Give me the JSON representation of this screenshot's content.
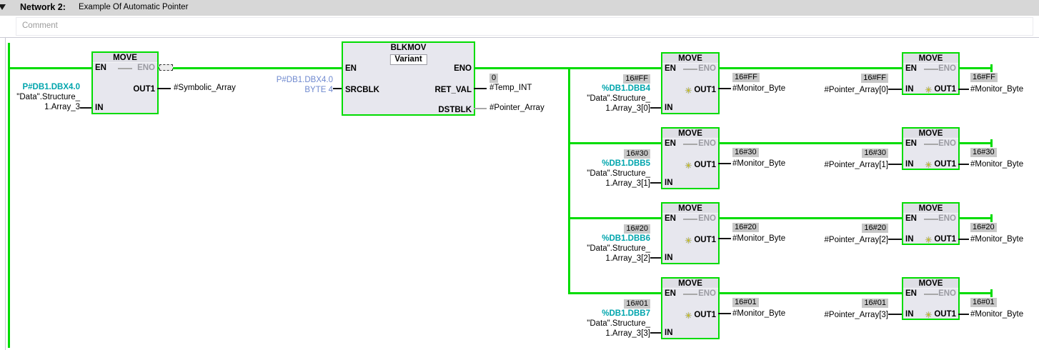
{
  "header": {
    "network_label": "Network 2:",
    "network_title": "Example Of Automatic Pointer",
    "comment_placeholder": "Comment"
  },
  "colors": {
    "wire_green": "#00dc00",
    "operand_teal": "#00a5ad",
    "pointer_blue": "#6f89cf",
    "value_badge_bg": "#c8c8c8",
    "block_fill": "#e7e7ee"
  },
  "icons": {
    "modified_star": "✳"
  },
  "ports": {
    "en": "EN",
    "eno": "ENO",
    "in": "IN",
    "out1": "OUT1",
    "srcblk": "SRCBLK",
    "ret_val": "RET_VAL",
    "dstblk": "DSTBLK"
  },
  "move_block": {
    "title": "MOVE"
  },
  "blkmov_block": {
    "title": "BLKMOV",
    "subtitle": "Variant",
    "srcblk_operand_line1": "P#DB1.DBX4.0",
    "srcblk_operand_line2": "BYTE 4",
    "ret_val_value": "0",
    "ret_val_operand": "#Temp_INT",
    "dstblk_operand": "#Pointer_Array"
  },
  "move1": {
    "in_operand_line1": "P#DB1.DBX4.0",
    "in_operand_line2": "\"Data\".Structure_",
    "in_operand_line3": "1.Array_3",
    "out_operand": "#Symbolic_Array"
  },
  "rows": [
    {
      "in_value": "16#FF",
      "in_address": "%DB1.DBB4",
      "in_sym1": "\"Data\".Structure_",
      "in_sym2": "1.Array_3[0]",
      "mid_out_value": "16#FF",
      "mid_out_operand": "#Monitor_Byte",
      "ptr_value": "16#FF",
      "ptr_operand": "#Pointer_Array[0]",
      "out_value": "16#FF",
      "out_operand": "#Monitor_Byte"
    },
    {
      "in_value": "16#30",
      "in_address": "%DB1.DBB5",
      "in_sym1": "\"Data\".Structure_",
      "in_sym2": "1.Array_3[1]",
      "mid_out_value": "16#30",
      "mid_out_operand": "#Monitor_Byte",
      "ptr_value": "16#30",
      "ptr_operand": "#Pointer_Array[1]",
      "out_value": "16#30",
      "out_operand": "#Monitor_Byte"
    },
    {
      "in_value": "16#20",
      "in_address": "%DB1.DBB6",
      "in_sym1": "\"Data\".Structure_",
      "in_sym2": "1.Array_3[2]",
      "mid_out_value": "16#20",
      "mid_out_operand": "#Monitor_Byte",
      "ptr_value": "16#20",
      "ptr_operand": "#Pointer_Array[2]",
      "out_value": "16#20",
      "out_operand": "#Monitor_Byte"
    },
    {
      "in_value": "16#01",
      "in_address": "%DB1.DBB7",
      "in_sym1": "\"Data\".Structure_",
      "in_sym2": "1.Array_3[3]",
      "mid_out_value": "16#01",
      "mid_out_operand": "#Monitor_Byte",
      "ptr_value": "16#01",
      "ptr_operand": "#Pointer_Array[3]",
      "out_value": "16#01",
      "out_operand": "#Monitor_Byte"
    }
  ]
}
